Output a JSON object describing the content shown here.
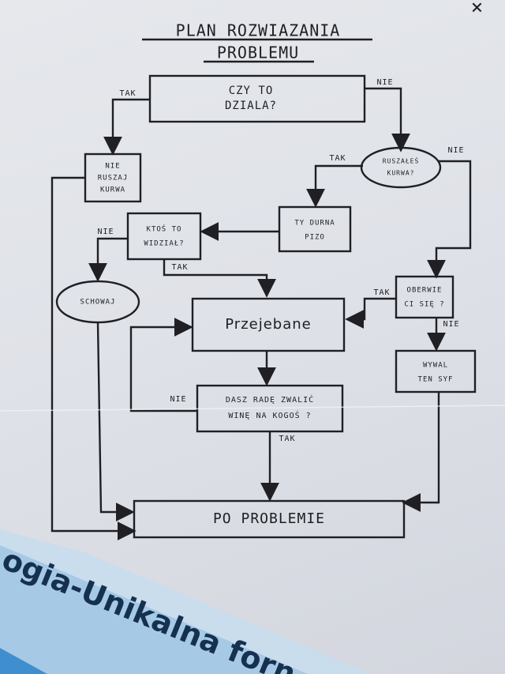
{
  "title": {
    "line1": "PLAN ROZWIAZANIA",
    "line2": "PROBLEMU"
  },
  "close_glyph": "×",
  "nodes": {
    "czy_to_dziala": {
      "line1": "CZY TO",
      "line2": "DZIALA?"
    },
    "nie_ruszaj": {
      "line1": "NIE",
      "line2": "RUSZAJ",
      "line3": "KURWA"
    },
    "ruszales": {
      "line1": "RUSZAŁEŚ",
      "line2": "KURWA?"
    },
    "ty_durna": {
      "line1": "TY DURNA",
      "line2": "PIZO"
    },
    "ktos_widzial": {
      "line1": "KTOŚ TO",
      "line2": "WIDZIAŁ?"
    },
    "schowaj": {
      "text": "SCHOWAJ"
    },
    "oberwie": {
      "line1": "OBERWIE",
      "line2": "CI SIĘ ?"
    },
    "przejebane": {
      "text": "Przejebane"
    },
    "wywal": {
      "line1": "WYWAL",
      "line2": "TEN SYF"
    },
    "zwalic_wine": {
      "line1": "DASZ RADĘ ZWALIĆ",
      "line2": "WINĘ NA KOGOŚ ?"
    },
    "po_problemie": {
      "text": "PO PROBLEMIE"
    }
  },
  "edge_labels": {
    "tak_1": "TAK",
    "nie_1": "NIE",
    "tak_2": "TAK",
    "nie_2": "NIE",
    "nie_3": "NIE",
    "tak_3": "TAK",
    "tak_4": "TAK",
    "nie_4": "NIE",
    "nie_5": "NIE",
    "tak_5": "TAK"
  },
  "banner": {
    "text": "ogia-Unikalna forn",
    "color": "#3f8fd0"
  }
}
